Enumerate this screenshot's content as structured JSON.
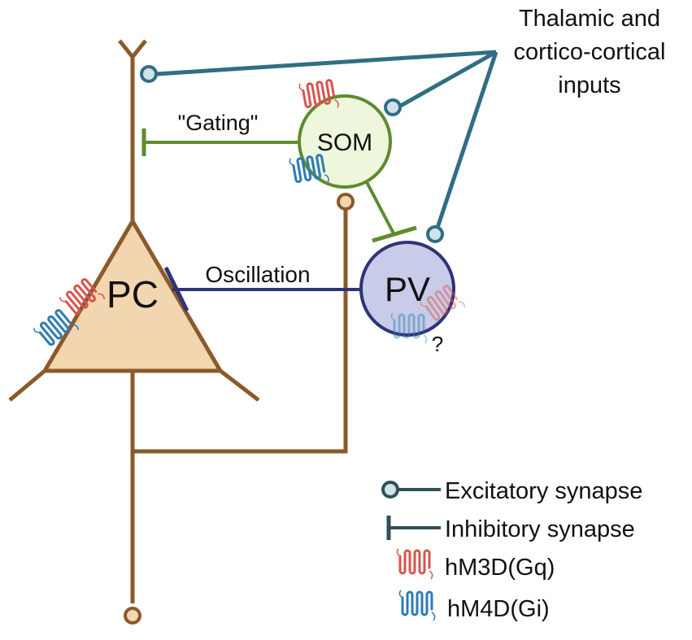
{
  "labels": {
    "inputs_line1": "Thalamic and",
    "inputs_line2": "cortico-cortical",
    "inputs_line3": "inputs",
    "gating": "\"Gating\"",
    "oscillation": "Oscillation",
    "pc": "PC",
    "som": "SOM",
    "pv": "PV",
    "question": "?"
  },
  "legend": {
    "excitatory": "Excitatory synapse",
    "inhibitory": "Inhibitory synapse",
    "gq": "hM3D(Gq)",
    "gi": "hM4D(Gi)"
  },
  "colors": {
    "pc_fill": "#f2d6b0",
    "pc_stroke": "#8b5a2b",
    "som_fill": "#eef6dc",
    "som_stroke": "#5f8a2e",
    "pv_fill": "#c8cce8",
    "pv_stroke": "#2e3478",
    "input_line": "#2f6e84",
    "gq_red": "#d9534f",
    "gi_blue": "#2c7bb6",
    "synapse_fill": "#cfe3e8"
  },
  "icons": {
    "gq": "gpcr-receptor-red-icon",
    "gi": "gpcr-receptor-blue-icon"
  }
}
